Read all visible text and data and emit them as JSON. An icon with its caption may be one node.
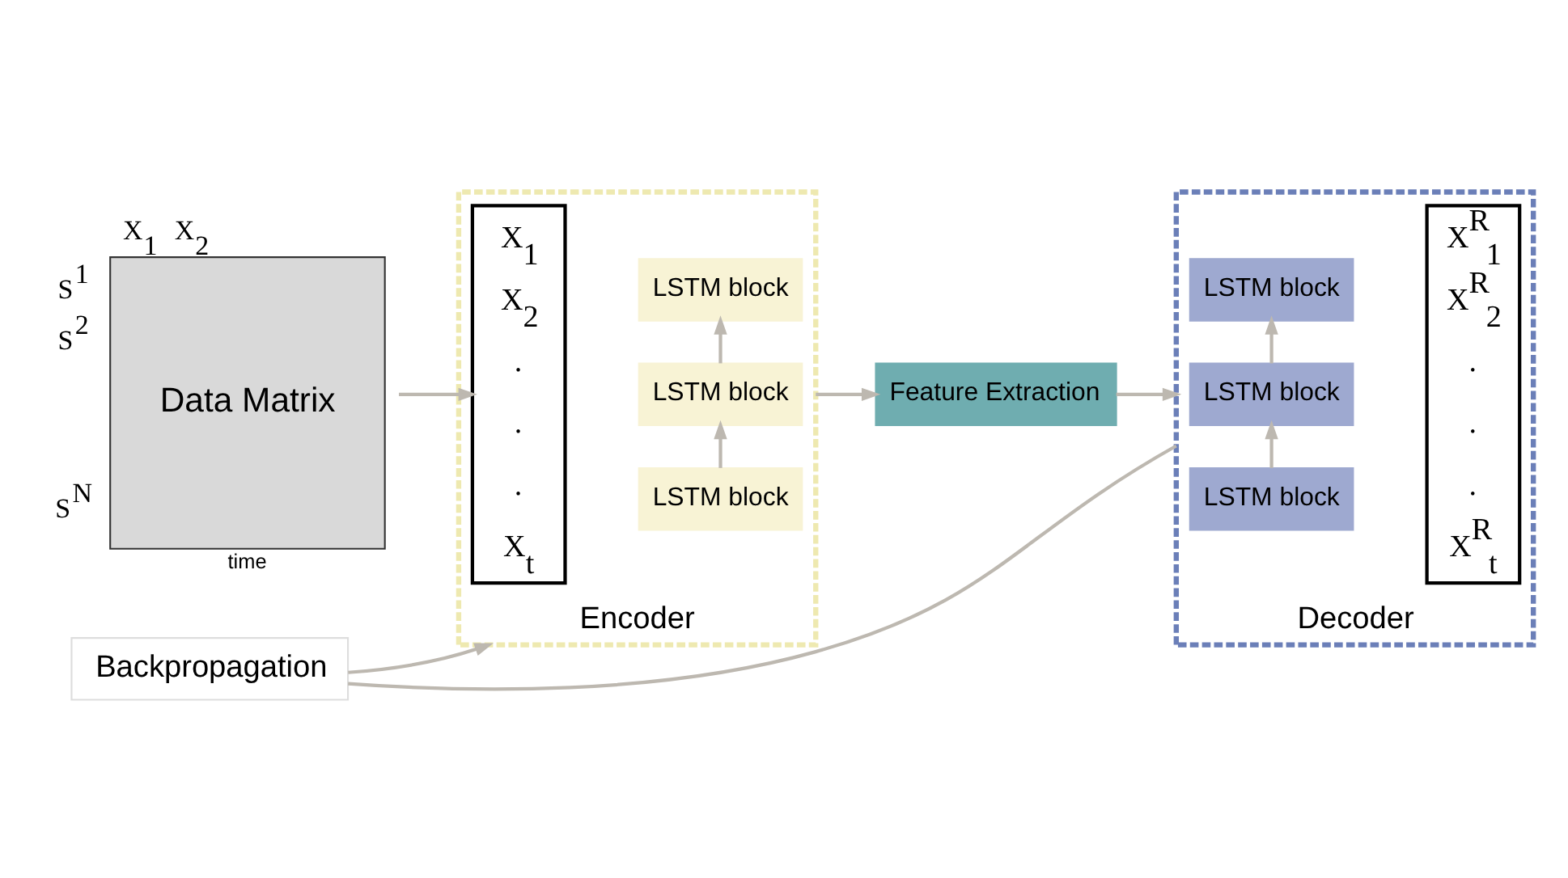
{
  "diagram": {
    "nodes": [
      {
        "text": [
          "Data Matrix"
        ],
        "beside": [
          "X$_{1}$",
          "X$_{2}$",
          "S$^{1}$",
          "S$^{2}$",
          "S$^{N}$",
          "time"
        ]
      },
      {
        "text": [
          "Encoder"
        ]
      },
      {
        "text": [
          "X$_{1}$",
          "X$_{2}$",
          ".",
          ".",
          ".",
          "X$_{t}$"
        ],
        "in": 1
      },
      {
        "text": [
          "LSTM block"
        ],
        "in": 1
      },
      {
        "text": [
          "LSTM block"
        ],
        "in": 1
      },
      {
        "text": [
          "LSTM block"
        ],
        "in": 1
      },
      {
        "text": [
          "Feature Extraction"
        ]
      },
      {
        "text": [
          "Decoder"
        ]
      },
      {
        "text": [
          "LSTM block"
        ],
        "in": 7
      },
      {
        "text": [
          "LSTM block"
        ],
        "in": 7
      },
      {
        "text": [
          "LSTM block"
        ],
        "in": 7
      },
      {
        "text": [
          "X$^{R}$$_{1}$",
          "X$^{R}$$_{2}$",
          ".",
          ".",
          ".",
          "X$^{R}$$_{t}$"
        ],
        "in": 7
      },
      {
        "text": [
          "Backpropagation"
        ]
      }
    ],
    "edges": [
      {
        "from": 0,
        "to": 2,
        "arrow": "to"
      },
      {
        "from": 3,
        "to": 4,
        "arrow": "to"
      },
      {
        "from": 4,
        "to": 5,
        "arrow": "to"
      },
      {
        "from": 1,
        "to": 6,
        "arrow": "to"
      },
      {
        "from": 6,
        "to": 7,
        "arrow": "to"
      },
      {
        "from": 10,
        "to": 9,
        "arrow": "to"
      },
      {
        "from": 9,
        "to": 8,
        "arrow": "to"
      },
      {
        "from": 7,
        "to": 12,
        "arrow": "none"
      },
      {
        "from": 12,
        "to": 1,
        "arrow": "to"
      }
    ]
  }
}
